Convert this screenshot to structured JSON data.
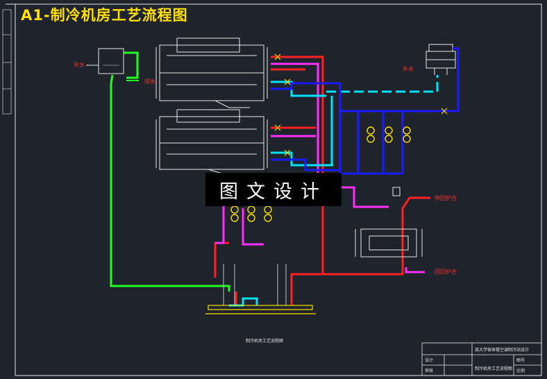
{
  "drawing": {
    "title": "A1-制冷机房工艺流程图",
    "watermark": "图文设计",
    "caption": "制冷机房工艺流程图"
  },
  "labels": {
    "make_up_water_left": "补水",
    "drain": "排水",
    "make_up_water_tower": "补水",
    "supply_to_use": "供回护合",
    "return_from_use": "回回护合"
  },
  "title_block": {
    "project": "某大学宿舍楼空调制冷站设计",
    "drawing_name": "制冷机房工艺流程图",
    "scale": "比例",
    "number": "图号",
    "designer": "设计",
    "checker": "审核"
  },
  "colors": {
    "background": "#1f232b",
    "frame": "#e8e8e8",
    "chilled_supply": "#ff2020",
    "chilled_return": "#ff30ff",
    "cooling_water": "#00e5ff",
    "condenser_loop": "#1a1aff",
    "make_up": "#20ff20",
    "accent_title": "#ffe000"
  }
}
